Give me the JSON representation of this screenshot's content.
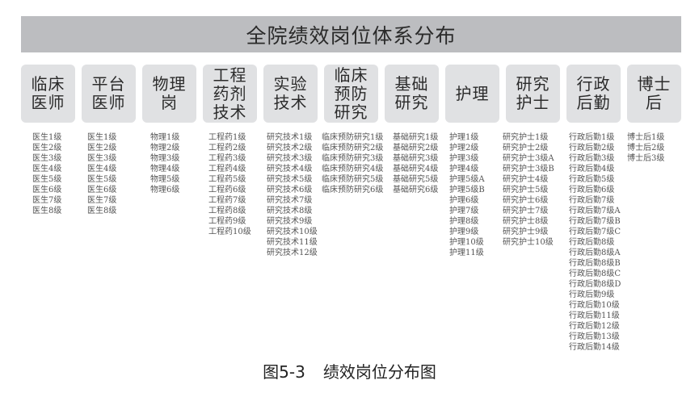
{
  "title": "全院绩效岗位体系分布",
  "caption": {
    "figure_number": "图5-3",
    "text": "绩效岗位分布图"
  },
  "categories": [
    {
      "lines": [
        "临床",
        "医师"
      ],
      "levels": [
        "医生1级",
        "医生2级",
        "医生3级",
        "医生4级",
        "医生5级",
        "医生6级",
        "医生7级",
        "医生8级"
      ]
    },
    {
      "lines": [
        "平台",
        "医师"
      ],
      "levels": [
        "医生1级",
        "医生2级",
        "医生3级",
        "医生4级",
        "医生5级",
        "医生6级",
        "医生7级",
        "医生8级"
      ]
    },
    {
      "lines": [
        "物理",
        "岗"
      ],
      "levels": [
        "物理1级",
        "物理2级",
        "物理3级",
        "物理4级",
        "物理5级",
        "物理6级"
      ]
    },
    {
      "lines": [
        "工程",
        "药剂",
        "技术"
      ],
      "levels": [
        "工程药1级",
        "工程药2级",
        "工程药3级",
        "工程药4级",
        "工程药5级",
        "工程药6级",
        "工程药7级",
        "工程药8级",
        "工程药9级",
        "工程药10级"
      ]
    },
    {
      "lines": [
        "实验",
        "技术"
      ],
      "levels": [
        "研究技术1级",
        "研究技术2级",
        "研究技术3级",
        "研究技术4级",
        "研究技术5级",
        "研究技术6级",
        "研究技术7级",
        "研究技术8级",
        "研究技术9级",
        "研究技术10级",
        "研究技术11级",
        "研究技术12级"
      ]
    },
    {
      "lines": [
        "临床",
        "预防",
        "研究"
      ],
      "levels": [
        "临床预防研究1级",
        "临床预防研究2级",
        "临床预防研究3级",
        "临床预防研究4级",
        "临床预防研究5级",
        "临床预防研究6级"
      ]
    },
    {
      "lines": [
        "基础",
        "研究"
      ],
      "levels": [
        "基础研究1级",
        "基础研究2级",
        "基础研究3级",
        "基础研究4级",
        "基础研究5级",
        "基础研究6级"
      ]
    },
    {
      "lines": [
        "护理"
      ],
      "levels": [
        "护理1级",
        "护理2级",
        "护理3级",
        "护理4级",
        "护理5级A",
        "护理5级B",
        "护理6级",
        "护理7级",
        "护理8级",
        "护理9级",
        "护理10级",
        "护理11级"
      ]
    },
    {
      "lines": [
        "研究",
        "护士"
      ],
      "levels": [
        "研究护士1级",
        "研究护士2级",
        "研究护士3级A",
        "研究护士3级B",
        "研究护士4级",
        "研究护士5级",
        "研究护士6级",
        "研究护士7级",
        "研究护士8级",
        "研究护士9级",
        "研究护士10级"
      ]
    },
    {
      "lines": [
        "行政",
        "后勤"
      ],
      "levels": [
        "行政后勤1级",
        "行政后勤2级",
        "行政后勤3级",
        "行政后勤4级",
        "行政后勤5级",
        "行政后勤6级",
        "行政后勤7级",
        "行政后勤7级A",
        "行政后勤7级B",
        "行政后勤7级C",
        "行政后勤8级",
        "行政后勤8级A",
        "行政后勤8级B",
        "行政后勤8级C",
        "行政后勤8级D",
        "行政后勤9级",
        "行政后勤10级",
        "行政后勤11级",
        "行政后勤12级",
        "行政后勤13级",
        "行政后勤14级"
      ]
    },
    {
      "lines": [
        "博士",
        "后"
      ],
      "levels": [
        "博士后1级",
        "博士后2级",
        "博士后3级"
      ]
    }
  ],
  "colors": {
    "banner": "#bcbdc0",
    "category_box": "#e0e1e3",
    "text": "#2b2b2b",
    "level_text": "#555555"
  }
}
